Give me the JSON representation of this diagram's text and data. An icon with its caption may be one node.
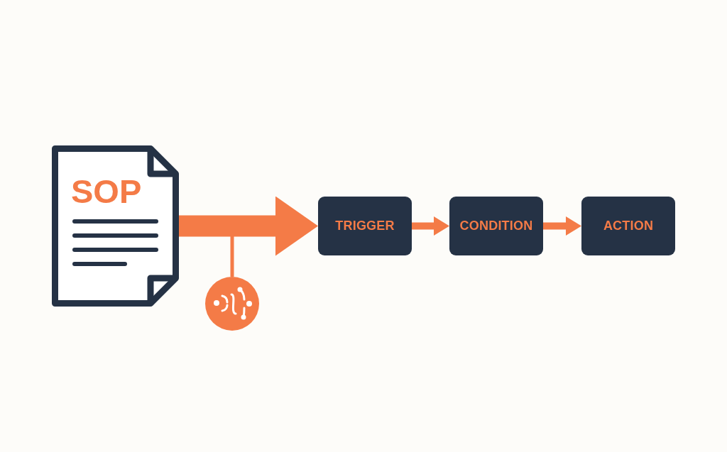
{
  "diagram": {
    "nodes": [
      {
        "text": [
          "SOP"
        ]
      },
      {
        "text": [],
        "shape": "circle"
      },
      {
        "text": [
          "TRIGGER"
        ]
      },
      {
        "text": [
          "CONDITION"
        ]
      },
      {
        "text": [
          "ACTION"
        ]
      }
    ],
    "edges": [
      {
        "from": 0,
        "to": 2,
        "arrow": "to",
        "style": "thick"
      },
      {
        "from": null,
        "to": 1,
        "arrow": "none"
      },
      {
        "from": 2,
        "to": 3,
        "arrow": "to"
      },
      {
        "from": 3,
        "to": 4,
        "arrow": "to"
      }
    ]
  }
}
